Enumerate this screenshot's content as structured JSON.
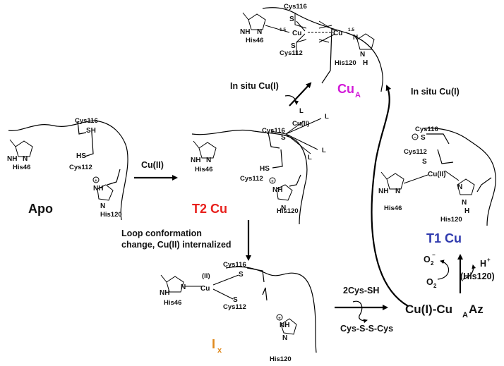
{
  "states": {
    "apo": "Apo",
    "t2": "T2 Cu",
    "cua": "Cu",
    "cua_sub": "A",
    "ix": "I",
    "ix_sub": "x",
    "t1": "T1 Cu",
    "final_a": "Cu(I)-Cu",
    "final_sub": "A",
    "final_b": "Az"
  },
  "colors": {
    "t2": "#e8211d",
    "cua": "#d21ad8",
    "ix": "#e08a1e",
    "t1": "#2f3aae",
    "default": "#111111"
  },
  "residues": {
    "his46": "His46",
    "his120": "His120",
    "cys112": "Cys112",
    "cys116": "Cys116",
    "nh": "NH",
    "n": "N",
    "h": "H",
    "sh": "SH",
    "hs": "HS",
    "s": "S",
    "cu": "Cu",
    "cu2": "Cu(II)",
    "ox2": "(II)",
    "L": "L",
    "plus": "+",
    "minus": "−",
    "frac": "1.5"
  },
  "captions": {
    "cu2_reagent": "Cu(II)",
    "insitu_left": "In situ Cu(I)",
    "insitu_right": "In situ Cu(I)",
    "loop_line1": "Loop conformation",
    "loop_line2": "change, Cu(II) internalized",
    "cys_sh": "2Cys-SH",
    "disulfide": "Cys-S-S-Cys",
    "o2minus": "O",
    "o2minus_sub": "2",
    "o2minus_sup": "−",
    "o2": "O",
    "o2_sub": "2",
    "hplus": "H",
    "hplus_sup": "+",
    "his120_paren": "(His120)"
  }
}
